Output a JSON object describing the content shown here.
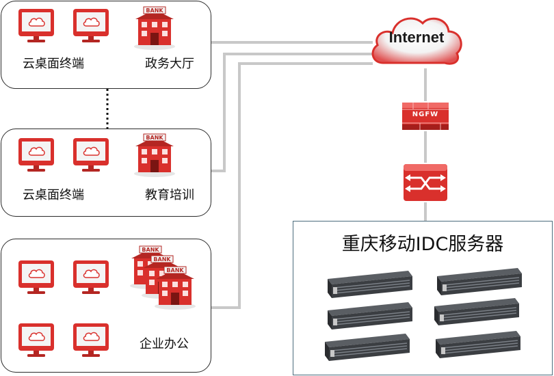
{
  "sites": [
    {
      "id": "site-1",
      "terminal_label": "云桌面终端",
      "building_label": "政务大厅",
      "terminal_icon": "cloud-desktop-terminal-icon",
      "building_icon": "bank-building-icon"
    },
    {
      "id": "site-2",
      "terminal_label": "云桌面终端",
      "building_label": "教育培训",
      "terminal_icon": "cloud-desktop-terminal-icon",
      "building_icon": "bank-building-icon"
    },
    {
      "id": "site-3",
      "terminal_label": "",
      "building_label": "企业办公",
      "terminal_icon": "cloud-desktop-terminal-icon",
      "building_icon": "bank-building-icon"
    }
  ],
  "internet": {
    "label": "Internet",
    "icon": "cloud-icon"
  },
  "firewall": {
    "label": "NGFW",
    "icon": "firewall-icon"
  },
  "switch": {
    "icon": "switch-router-icon"
  },
  "idc": {
    "title": "重庆移动IDC服务器",
    "server_count": 6,
    "server_icon": "rack-server-icon"
  },
  "bank_sign": "BANK",
  "colors": {
    "accent_red": "#d9302c",
    "link_gray": "#c8c8c8",
    "box_border": "#2a2a2a",
    "idc_border": "#4a6b7c"
  }
}
